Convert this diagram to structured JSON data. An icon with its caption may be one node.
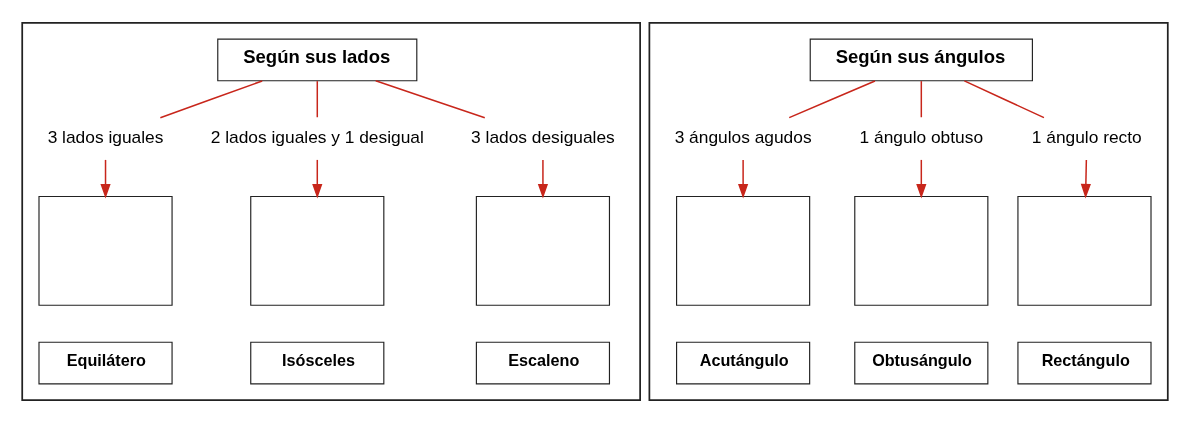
{
  "diagram": {
    "nodes": [
      {
        "text": [],
        "shape": "box"
      },
      {
        "text": [
          "Según sus lados"
        ],
        "in": 0
      },
      {
        "text": [
          "3 lados iguales"
        ],
        "in": 0
      },
      {
        "text": [
          "2 lados iguales y 1 desigual"
        ],
        "in": 0
      },
      {
        "text": [
          "3 lados desiguales"
        ],
        "in": 0
      },
      {
        "text": [],
        "shape": "box",
        "in": 0
      },
      {
        "text": [],
        "shape": "box",
        "in": 0
      },
      {
        "text": [],
        "shape": "box",
        "in": 0
      },
      {
        "text": [
          "Equilátero"
        ],
        "in": 0
      },
      {
        "text": [
          "Isósceles"
        ],
        "in": 0
      },
      {
        "text": [
          "Escaleno"
        ],
        "in": 0
      },
      {
        "text": [],
        "shape": "box"
      },
      {
        "text": [
          "Según sus ángulos"
        ],
        "in": 11
      },
      {
        "text": [
          "3 ángulos agudos"
        ],
        "in": 11
      },
      {
        "text": [
          "1 ángulo obtuso"
        ],
        "in": 11
      },
      {
        "text": [
          "1 ángulo recto"
        ],
        "in": 11
      },
      {
        "text": [],
        "shape": "box",
        "in": 11
      },
      {
        "text": [],
        "shape": "box",
        "in": 11
      },
      {
        "text": [],
        "shape": "box",
        "in": 11
      },
      {
        "text": [
          "Acutángulo"
        ],
        "in": 11
      },
      {
        "text": [
          "Obtusángulo"
        ],
        "in": 11
      },
      {
        "text": [
          "Rectángulo"
        ],
        "in": 11
      }
    ],
    "edges": [
      {
        "from": 1,
        "to": 2,
        "arrow": "none"
      },
      {
        "from": 1,
        "to": 3,
        "arrow": "none"
      },
      {
        "from": 1,
        "to": 4,
        "arrow": "none"
      },
      {
        "from": 2,
        "to": 5,
        "arrow": "to"
      },
      {
        "from": 3,
        "to": 6,
        "arrow": "to"
      },
      {
        "from": 4,
        "to": 7,
        "arrow": "to"
      },
      {
        "from": 12,
        "to": 13,
        "arrow": "none"
      },
      {
        "from": 12,
        "to": 14,
        "arrow": "none"
      },
      {
        "from": 12,
        "to": 15,
        "arrow": "none"
      },
      {
        "from": 13,
        "to": 16,
        "arrow": "to"
      },
      {
        "from": 14,
        "to": 17,
        "arrow": "to"
      },
      {
        "from": 15,
        "to": 18,
        "arrow": "to"
      }
    ]
  }
}
